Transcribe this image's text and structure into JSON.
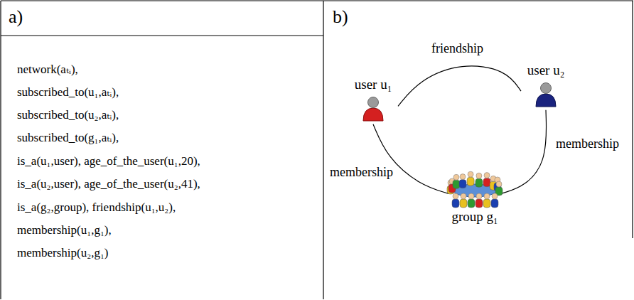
{
  "diagram": {
    "nodes": [
      {
        "text": [
          "user u₁"
        ]
      },
      {
        "text": [
          "user u₂"
        ]
      },
      {
        "text": [
          "group g₁"
        ]
      }
    ],
    "edges": [
      {
        "from": 0,
        "to": 1,
        "label": "friendship",
        "arrow": "none"
      },
      {
        "from": 0,
        "to": 2,
        "label": "membership",
        "arrow": "none"
      },
      {
        "from": 1,
        "to": 2,
        "label": "membership",
        "arrow": "none"
      }
    ],
    "labels": [
      "a)",
      "network(aₜᵢ),",
      "subscribed_to(u₁,aₜᵢ),",
      "subscribed_to(u₂,aₜᵢ),",
      "subscribed_to(g₁,aₜᵢ),",
      "is_a(u₁,user), age_of_the_user(u₁,20),",
      "is_a(u₂,user), age_of_the_user(u₂,41),",
      "is_a(g₂,group), friendship(u₁,u₂),",
      "membership(u₁,g₁),",
      "membership(u₂,g₁)",
      "b)"
    ]
  }
}
